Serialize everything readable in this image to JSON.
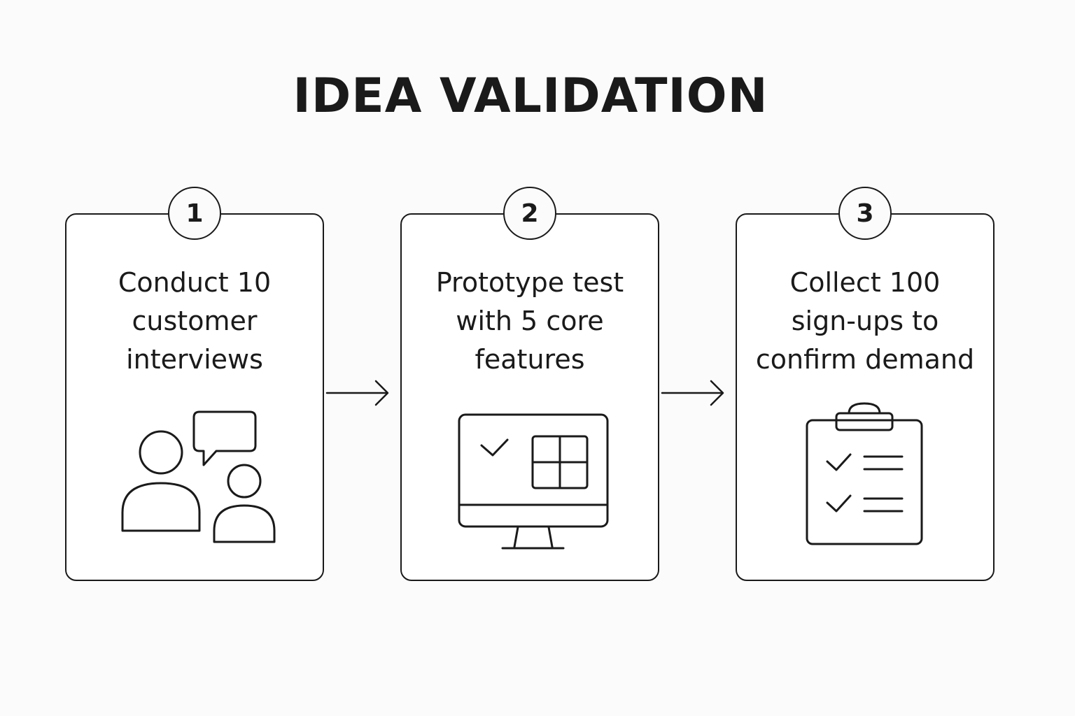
{
  "title": "IDEA VALIDATION",
  "steps": [
    {
      "number": "1",
      "text": "Conduct 10\ncustomer\ninterviews",
      "icon": "people-chat-icon"
    },
    {
      "number": "2",
      "text": "Prototype test\nwith 5 core\nfeatures",
      "icon": "monitor-prototype-icon"
    },
    {
      "number": "3",
      "text": "Collect 100\nsign-ups to\nconfirm demand",
      "icon": "clipboard-checklist-icon"
    }
  ],
  "colors": {
    "background": "#fbfbfb",
    "stroke": "#1a1a1a",
    "card": "#ffffff"
  }
}
